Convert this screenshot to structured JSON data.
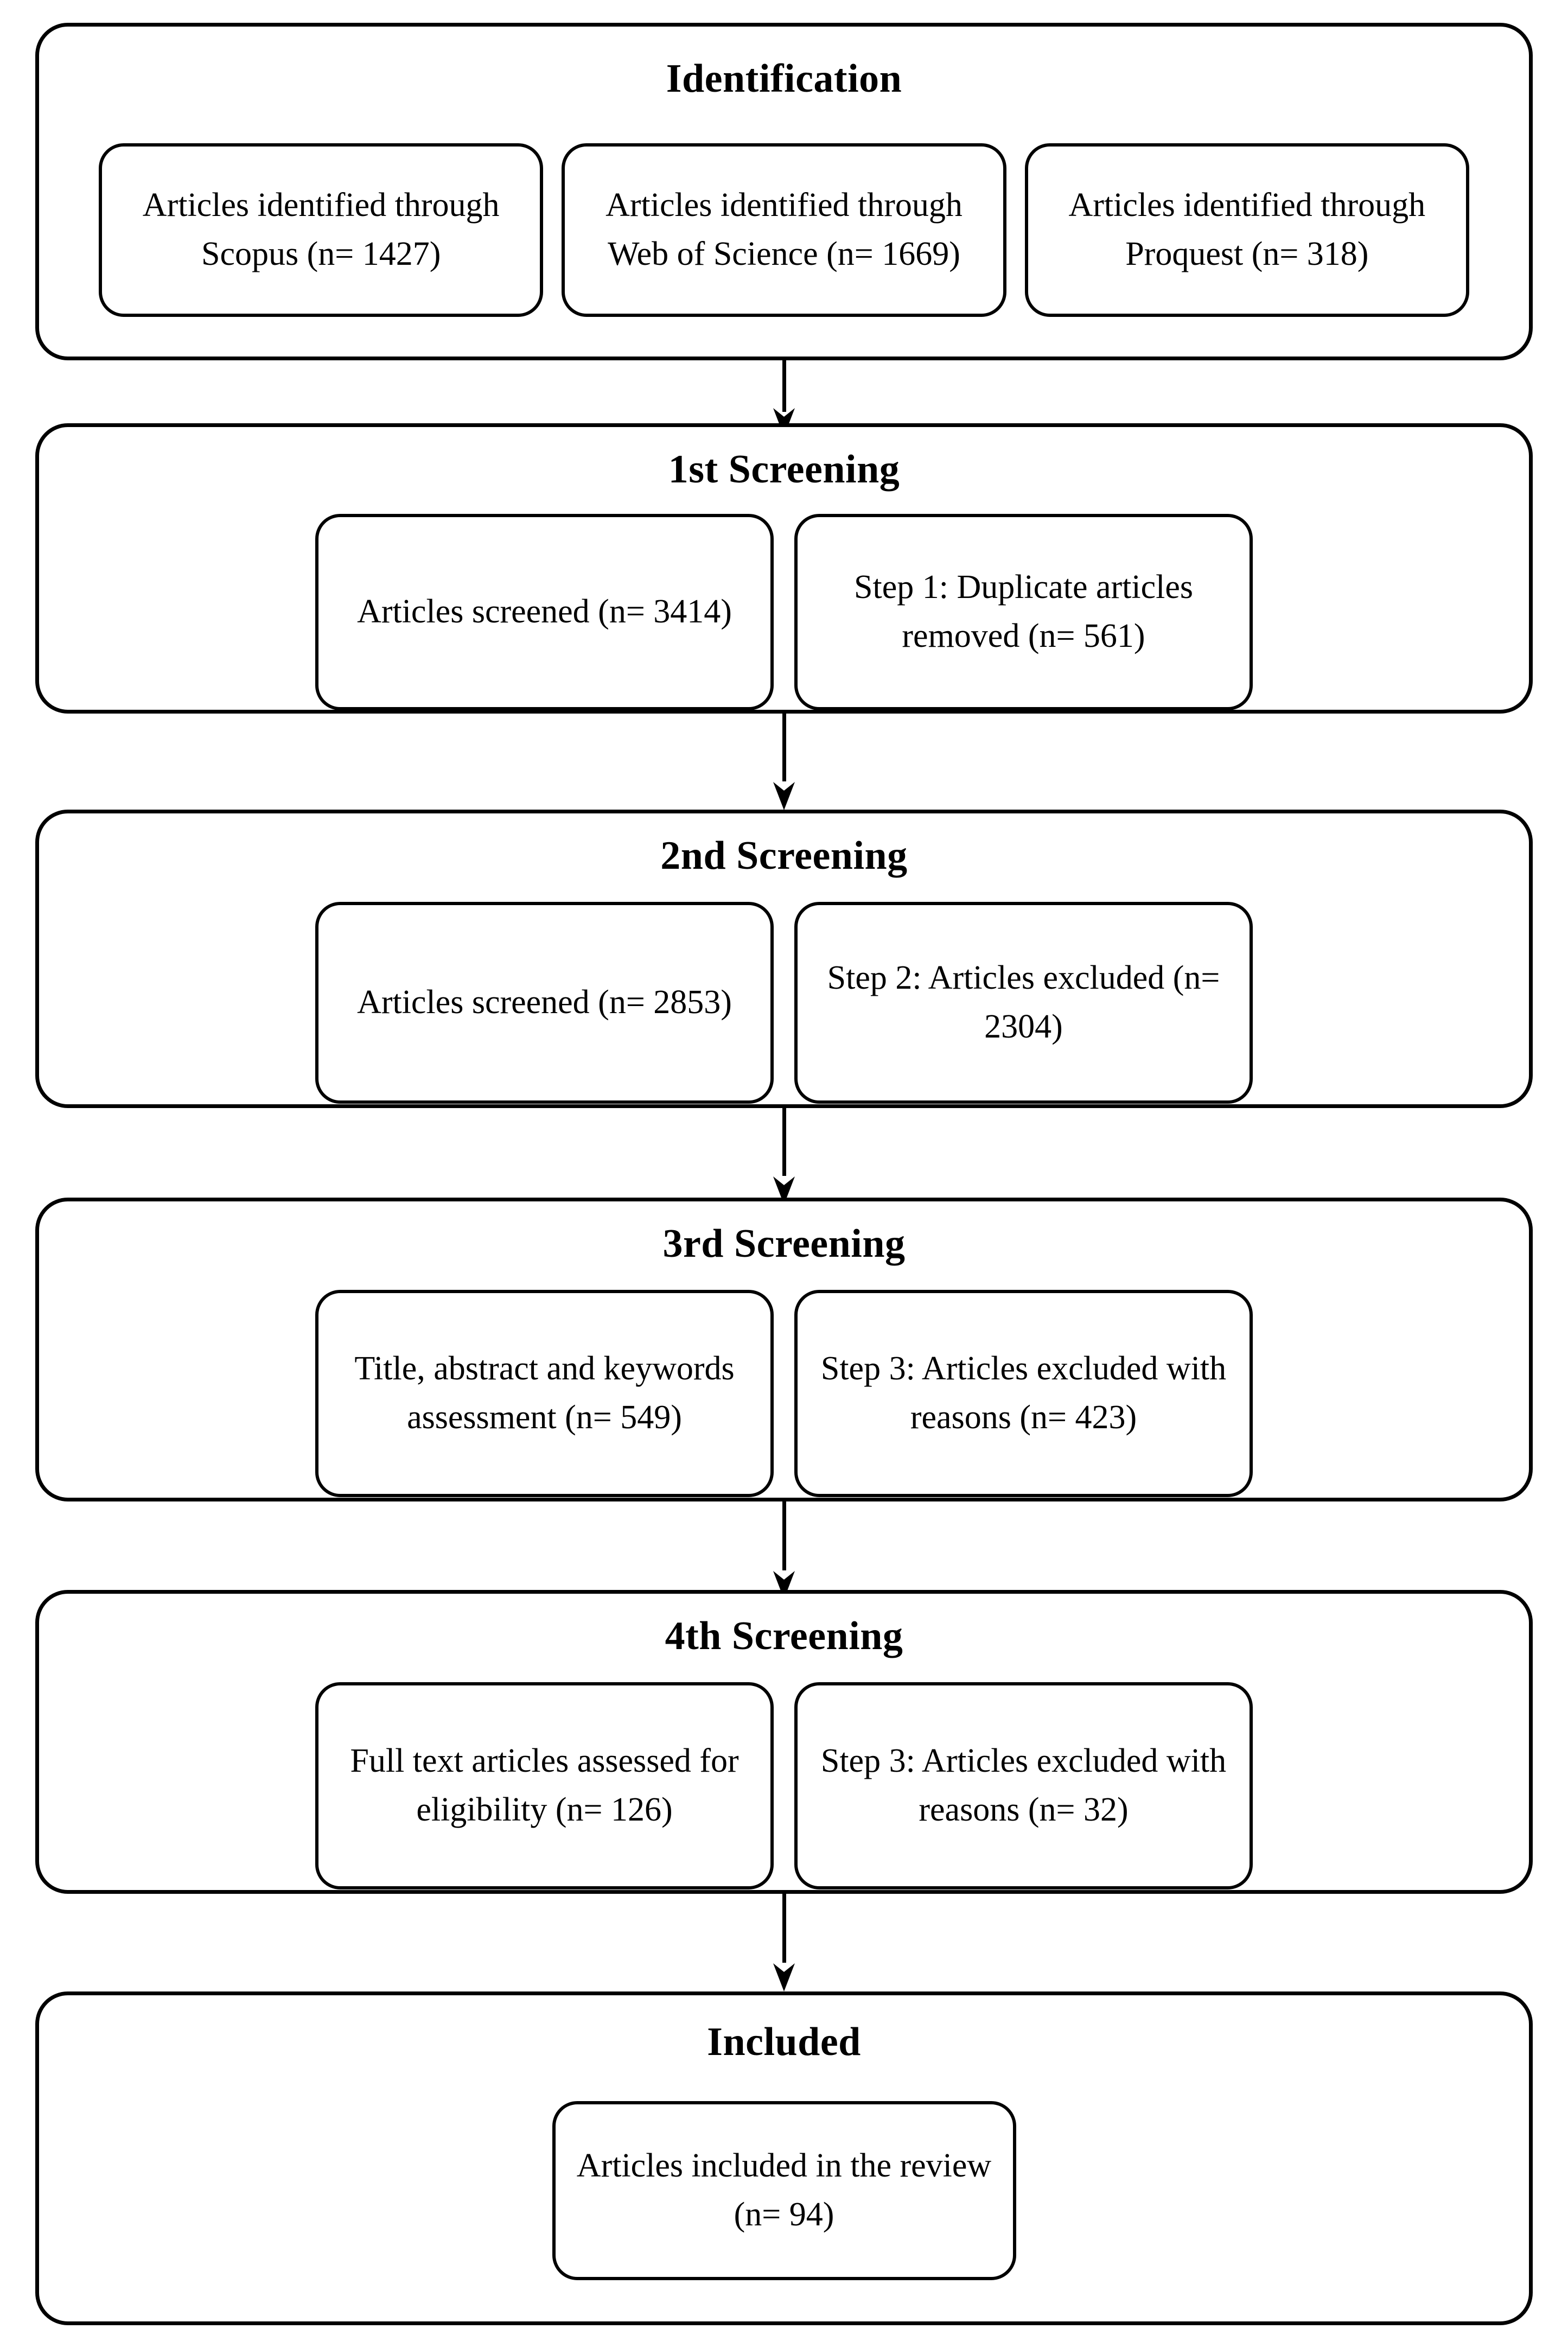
{
  "diagram": {
    "type": "prisma-flow-diagram",
    "title": "PRISMA systematic review selection flow",
    "orientation": "vertical",
    "colors": {
      "stroke": "#000000",
      "background": "#ffffff",
      "text": "#000000"
    },
    "stages": [
      {
        "id": "identification",
        "title": "Identification",
        "boxes": [
          {
            "id": "scopus",
            "text": "Articles identified through Scopus (n= 1427)",
            "line1": "Articles identified through",
            "line2": "Scopus (n= 1427)",
            "source": "Scopus",
            "n": 1427
          },
          {
            "id": "web-of-science",
            "text": "Articles identified through Web of Science (n= 1669)",
            "line1": "Articles identified through",
            "line2": "Web of Science (n= 1669)",
            "source": "Web of Science",
            "n": 1669
          },
          {
            "id": "proquest",
            "text": "Articles identified through Proquest (n= 318)",
            "line1": "Articles identified through",
            "line2": "Proquest (n= 318)",
            "source": "Proquest",
            "n": 318
          }
        ]
      },
      {
        "id": "screening-1",
        "title": "1st Screening",
        "boxes": [
          {
            "id": "screened-1",
            "text": "Articles screened (n= 3414)",
            "n": 3414
          },
          {
            "id": "step-1",
            "text": "Step 1: Duplicate articles removed (n= 561)",
            "step": "Step 1",
            "n": 561
          }
        ]
      },
      {
        "id": "screening-2",
        "title": "2nd Screening",
        "boxes": [
          {
            "id": "screened-2",
            "text": "Articles screened (n= 2853)",
            "n": 2853
          },
          {
            "id": "step-2",
            "text": "Step 2:  Articles excluded (n= 2304)",
            "step": "Step 2",
            "n": 2304
          }
        ]
      },
      {
        "id": "screening-3",
        "title": "3rd Screening",
        "boxes": [
          {
            "id": "assessment-3",
            "text": "Title, abstract and keywords assessment (n= 549)",
            "n": 549
          },
          {
            "id": "step-3",
            "text": "Step 3:  Articles excluded with reasons (n= 423)",
            "step": "Step 3",
            "n": 423
          }
        ]
      },
      {
        "id": "screening-4",
        "title": "4th Screening",
        "boxes": [
          {
            "id": "fulltext-4",
            "text": "Full text articles assessed for eligibility (n= 126)",
            "n": 126
          },
          {
            "id": "step-3b",
            "text": "Step 3:  Articles excluded with reasons (n= 32)",
            "step": "Step 3",
            "n": 32
          }
        ]
      },
      {
        "id": "included",
        "title": "Included",
        "boxes": [
          {
            "id": "included-final",
            "text": "Articles included in the review (n= 94)",
            "n": 94
          }
        ]
      }
    ],
    "arrows": [
      {
        "id": "arrow-identification-to-screening-1",
        "from": "identification",
        "to": "screening-1",
        "direction": "down"
      },
      {
        "id": "arrow-screening-1-to-screening-2",
        "from": "screening-1",
        "to": "screening-2",
        "direction": "down"
      },
      {
        "id": "arrow-screening-2-to-screening-3",
        "from": "screening-2",
        "to": "screening-3",
        "direction": "down"
      },
      {
        "id": "arrow-screening-3-to-screening-4",
        "from": "screening-3",
        "to": "screening-4",
        "direction": "down"
      },
      {
        "id": "arrow-screening-4-to-included",
        "from": "screening-4",
        "to": "included",
        "direction": "down"
      }
    ]
  }
}
